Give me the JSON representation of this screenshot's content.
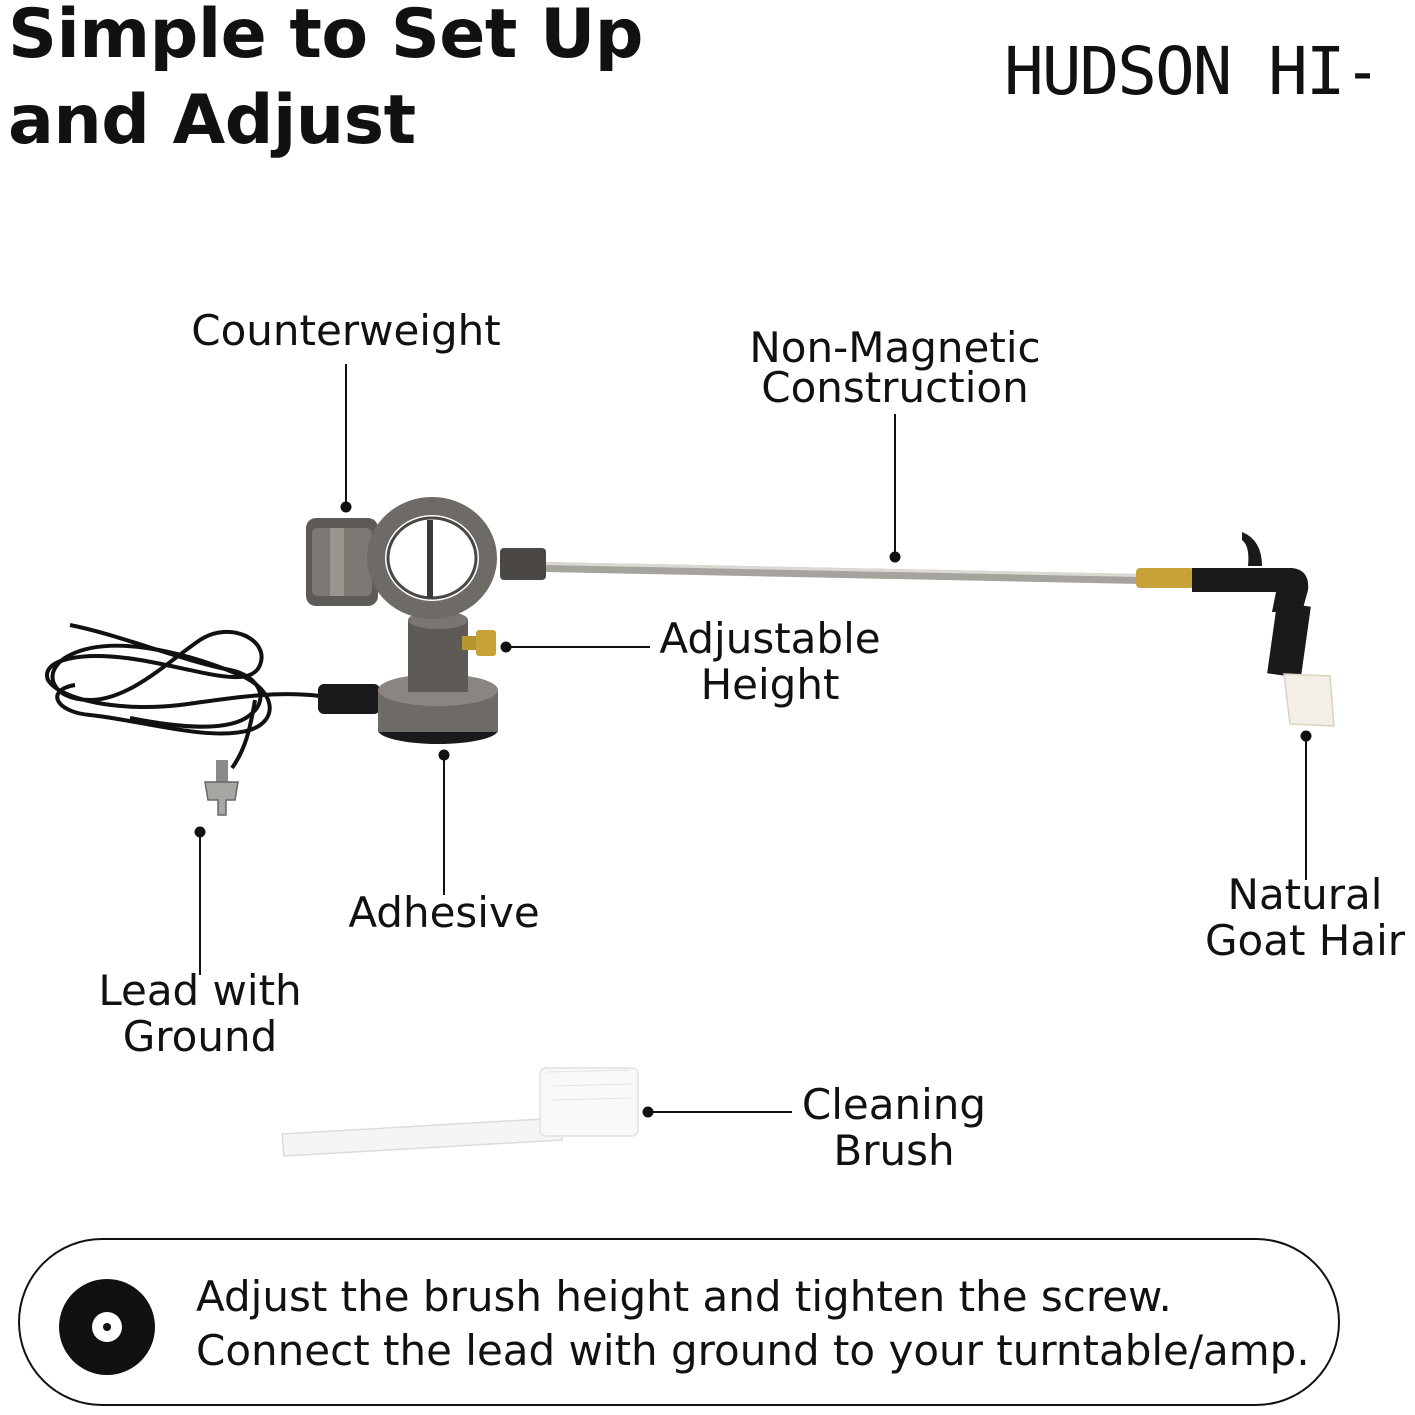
{
  "headline": {
    "line1": "Simple to Set Up",
    "line2": "and Adjust"
  },
  "brand": {
    "logo_text": "HUDSON HI-FI"
  },
  "callouts": {
    "counterweight": "Counterweight",
    "non_magnetic": {
      "line1": "Non-Magnetic",
      "line2": "Construction"
    },
    "adjustable_height": {
      "line1": "Adjustable",
      "line2": "Height"
    },
    "adhesive": "Adhesive",
    "lead_with_ground": {
      "line1": "Lead with",
      "line2": "Ground"
    },
    "natural_goat_hair": {
      "line1": "Natural",
      "line2": "Goat Hair"
    },
    "cleaning_brush": {
      "line1": "Cleaning",
      "line2": "Brush"
    }
  },
  "notice": {
    "line1": "Adjust the brush height and tighten the screw.",
    "line2": "Connect the lead with ground to your turntable/amp.",
    "icon": "record-icon"
  },
  "colors": {
    "text": "#111111",
    "brass": "#c9a23a",
    "metal": "#6e6a66",
    "bristle": "#f3efe6"
  }
}
